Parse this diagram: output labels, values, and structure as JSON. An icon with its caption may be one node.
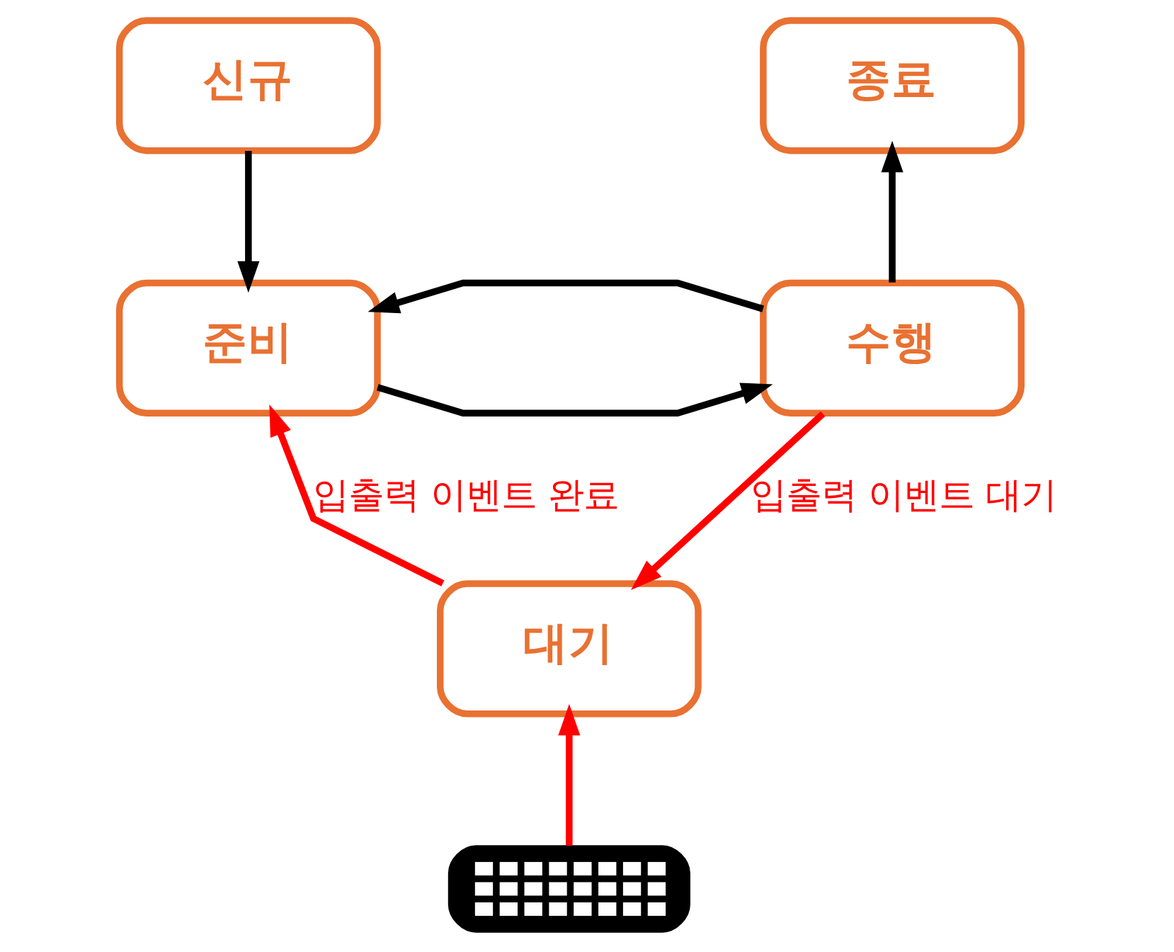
{
  "diagram": {
    "nodes": [
      {
        "text": [
          "신규"
        ]
      },
      {
        "text": [
          "종료"
        ]
      },
      {
        "text": [
          "준비"
        ]
      },
      {
        "text": [
          "수행"
        ]
      },
      {
        "text": [
          "대기"
        ]
      },
      {
        "text": [],
        "shape": "keyboard"
      }
    ],
    "edges": [
      {
        "from": 0,
        "to": 2,
        "arrow": "to"
      },
      {
        "from": 3,
        "to": 1,
        "arrow": "to"
      },
      {
        "from": 2,
        "to": 3,
        "arrow": "to"
      },
      {
        "from": 3,
        "to": 2,
        "arrow": "to"
      },
      {
        "from": 3,
        "to": 4,
        "arrow": "to",
        "label": "입출력 이벤트 대기",
        "color": "#ff0000"
      },
      {
        "from": 4,
        "to": 2,
        "arrow": "to",
        "label": "입출력 이벤트 완료",
        "color": "#ff0000"
      },
      {
        "from": 5,
        "to": 4,
        "arrow": "to",
        "color": "#ff0000"
      }
    ]
  }
}
